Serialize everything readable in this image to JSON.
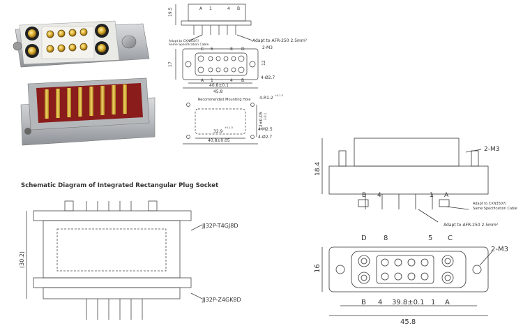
{
  "photos": {
    "front_label": "connector photo front (socket with pins)",
    "rear_label": "connector photo rear (gold contacts)"
  },
  "small_drawing": {
    "side_dims": {
      "height": "19.5"
    },
    "side_letters": [
      "A",
      "1",
      "4",
      "B"
    ],
    "adapter_callout": "Adapt to AFR-250 2.5mm²",
    "cable_callout_line1": "Adapt to CXN3507/",
    "cable_callout_line2": "Same Specification Cable",
    "top_letters": [
      "C",
      "5",
      "8",
      "D"
    ],
    "front_hole_note": "2-M3",
    "front_height": "17",
    "front_inner_height": "12",
    "hole_dia_note": "4-Ø2.7",
    "bottom_letters": [
      "A",
      "1",
      "4",
      "B"
    ],
    "center_width": "40.8±0.1",
    "overall_width": "45.8",
    "mount_title": "Recommended Mounting Hole",
    "mount_radius": "4-R1.2",
    "mount_radius_tol": "+0.1 0",
    "mount_side_height": "12±0.05",
    "mount_inner_width": "32.9",
    "mount_inner_tol": "+0.1 0",
    "mount_m25": "4-M2.5",
    "mount_hole_dia": "4-Ø2.7",
    "mount_outer_width": "40.8±0.05",
    "mount_small_note": "3-0.1"
  },
  "schematic": {
    "title": "Schematic Diagram of Integrated Rectangular Plug Socket",
    "label_top": "JJ32P-T4GJ8D",
    "label_bottom": "JJ32P-Z4GK8D",
    "left_dim": "(30.2)"
  },
  "large_side": {
    "height_dim": "18.4",
    "hole_note": "2-M3",
    "letters": [
      "B",
      "4",
      "1",
      "A"
    ],
    "cable_line1": "Adapt to CXN3507/",
    "cable_line2": "Same Specification Cable",
    "adapter_note": "Adapt to AFR-250 2.5mm²"
  },
  "large_front": {
    "top_letters": [
      "D",
      "8",
      "5",
      "C"
    ],
    "hole_note": "2-M3",
    "height_dim": "16",
    "bottom_letters_left": [
      "B",
      "4"
    ],
    "center_width": "39.8±0.1",
    "bottom_letters_right": [
      "1",
      "A"
    ],
    "overall_width": "45.8"
  }
}
